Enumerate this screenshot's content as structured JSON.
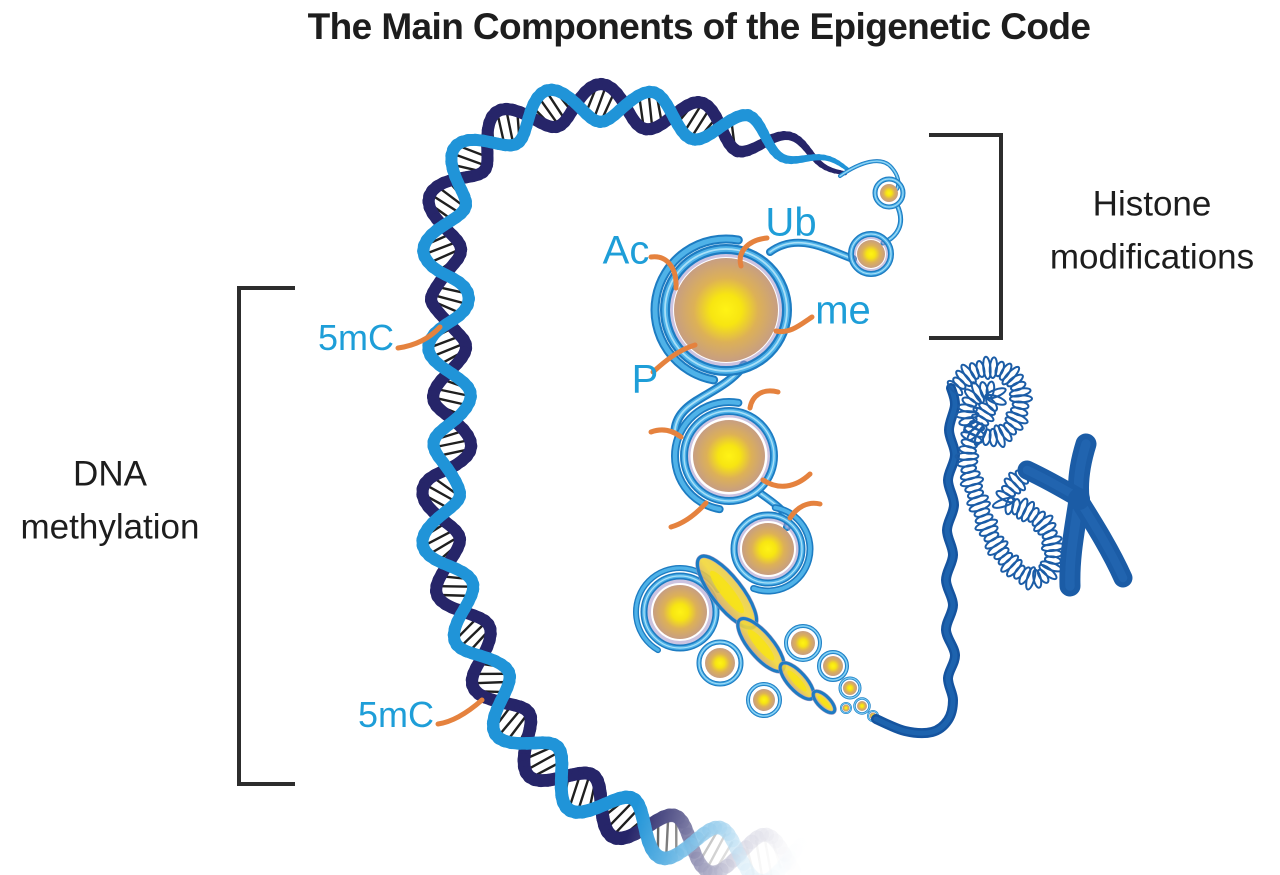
{
  "title": "The Main Components of the Epigenetic Code",
  "labels": {
    "dna_methylation_line1": "DNA",
    "dna_methylation_line2": "methylation",
    "histone_modifications_line1": "Histone",
    "histone_modifications_line2": "modifications",
    "five_mc_top": "5mC",
    "five_mc_bottom": "5mC",
    "acetylation": "Ac",
    "ubiquitination": "Ub",
    "methylation": "me",
    "phosphorylation": "P"
  },
  "colors": {
    "text_dark": "#1d1d1d",
    "label_cyan": "#1e9ed8",
    "tail_orange": "#e5823e",
    "helix_light_strand": "#2094d8",
    "helix_dark_strand": "#262569",
    "fiber_blue_dark": "#1d7cc2",
    "fiber_blue_mid": "#4fb2e8",
    "fiber_blue_light": "#a9e0f8",
    "histone_core_yellow": "#f7e512",
    "histone_core_edge": "#c79e82",
    "chromosome_blue": "#1b5ca6",
    "bracket_gray": "#2d2d2d"
  }
}
